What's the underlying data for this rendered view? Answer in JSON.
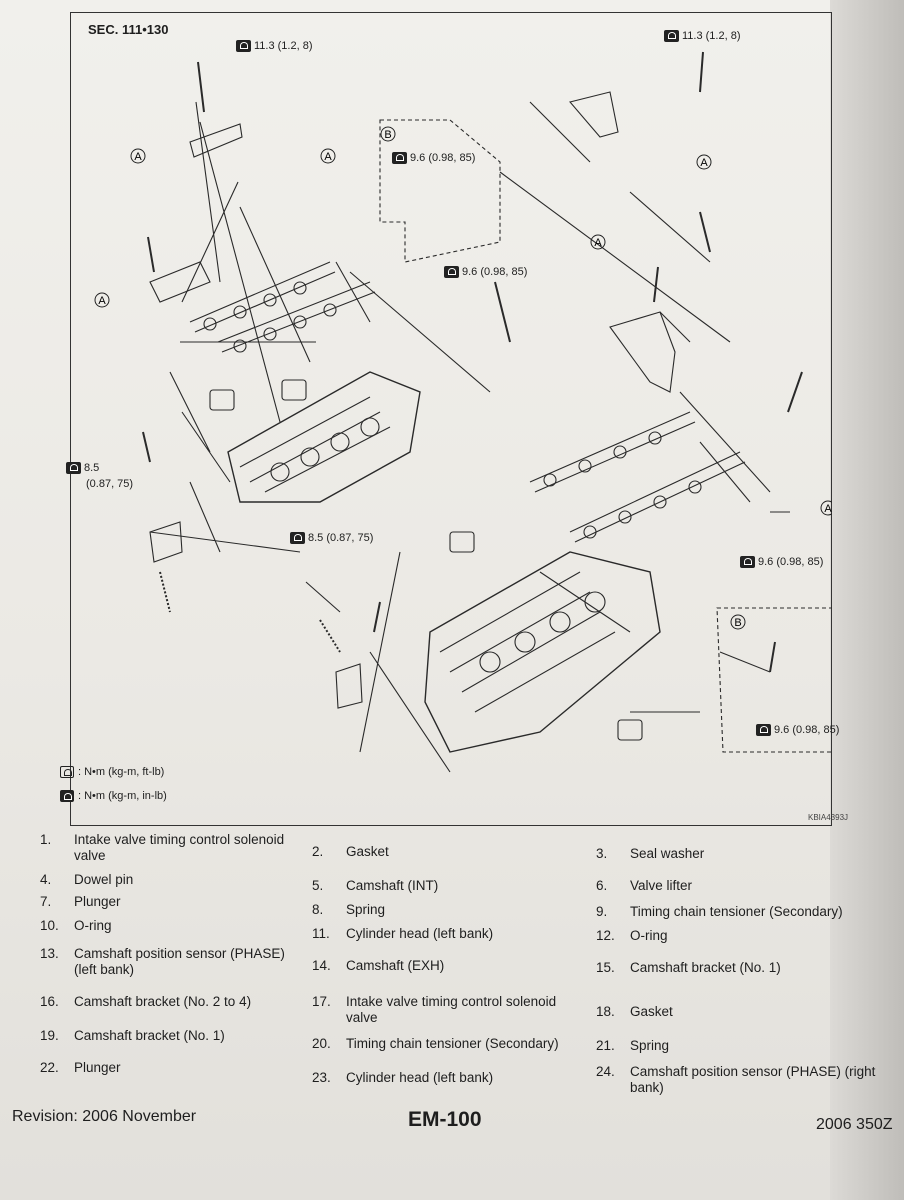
{
  "section": "SEC. 111•130",
  "figure_code": "KBIA4393J",
  "legend": [
    {
      "icon": "torque-outline-icon",
      "text": ": N•m (kg-m, ft-lb)"
    },
    {
      "icon": "torque-filled-icon",
      "text": ": N•m (kg-m, in-lb)"
    }
  ],
  "torques": {
    "t1": "11.3 (1.2, 8)",
    "t2": "11.3 (1.2, 8)",
    "t3": "9.6 (0.98, 85)",
    "t4": "9.6 (0.98, 85)",
    "t5a": "8.5",
    "t5b": "(0.87, 75)",
    "t6": "8.5 (0.87, 75)",
    "t7": "9.6 (0.98, 85)",
    "t8": "9.6 (0.98, 85)"
  },
  "callouts": {
    "A": "A",
    "B": "B"
  },
  "parts": [
    {
      "num": "1.",
      "name": "Intake valve timing control solenoid valve"
    },
    {
      "num": "2.",
      "name": "Gasket"
    },
    {
      "num": "3.",
      "name": "Seal washer"
    },
    {
      "num": "4.",
      "name": "Dowel pin"
    },
    {
      "num": "5.",
      "name": "Camshaft (INT)"
    },
    {
      "num": "6.",
      "name": "Valve lifter"
    },
    {
      "num": "7.",
      "name": "Plunger"
    },
    {
      "num": "8.",
      "name": "Spring"
    },
    {
      "num": "9.",
      "name": "Timing chain tensioner (Secondary)"
    },
    {
      "num": "10.",
      "name": "O-ring"
    },
    {
      "num": "11.",
      "name": "Cylinder head (left bank)"
    },
    {
      "num": "12.",
      "name": "O-ring"
    },
    {
      "num": "13.",
      "name": "Camshaft position sensor (PHASE) (left bank)"
    },
    {
      "num": "14.",
      "name": "Camshaft (EXH)"
    },
    {
      "num": "15.",
      "name": "Camshaft bracket (No. 1)"
    },
    {
      "num": "16.",
      "name": "Camshaft bracket (No. 2 to 4)"
    },
    {
      "num": "17.",
      "name": "Intake valve timing control solenoid valve"
    },
    {
      "num": "18.",
      "name": "Gasket"
    },
    {
      "num": "19.",
      "name": "Camshaft bracket (No. 1)"
    },
    {
      "num": "20.",
      "name": "Timing chain tensioner (Secondary)"
    },
    {
      "num": "21.",
      "name": "Spring"
    },
    {
      "num": "22.",
      "name": "Plunger"
    },
    {
      "num": "23.",
      "name": "Cylinder head (left bank)"
    },
    {
      "num": "24.",
      "name": "Camshaft position sensor (PHASE) (right bank)"
    }
  ],
  "footer": {
    "revision": "Revision: 2006 November",
    "page": "EM-100",
    "model": "2006 350Z"
  }
}
